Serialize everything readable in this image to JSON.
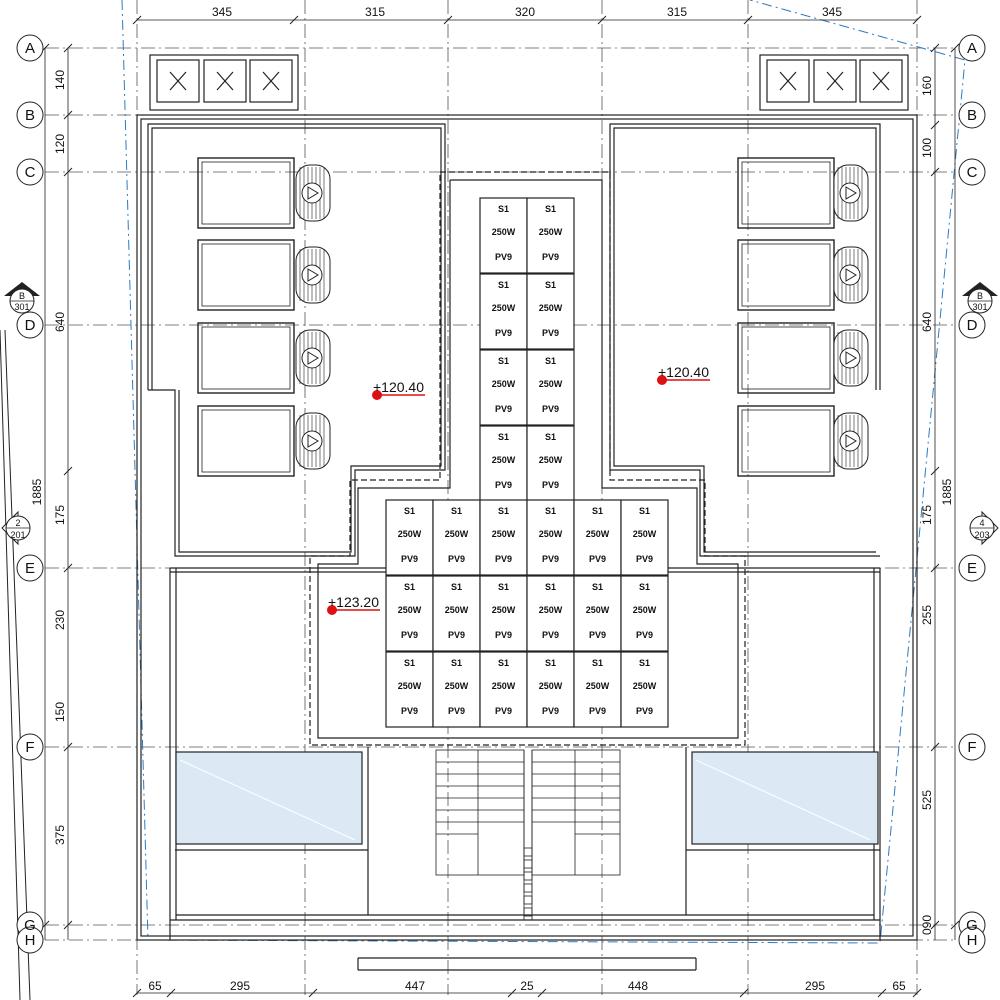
{
  "grid_rows": [
    "A",
    "B",
    "C",
    "D",
    "E",
    "F",
    "G",
    "H"
  ],
  "top_dims": [
    "345",
    "315",
    "320",
    "315",
    "345"
  ],
  "bottom_dims": [
    "65",
    "295",
    "447",
    "25",
    "448",
    "295",
    "65"
  ],
  "left_dims": [
    "140",
    "120",
    "640",
    "175",
    "230",
    "150",
    "375"
  ],
  "left_total": "1885",
  "right_dims": [
    "160",
    "100",
    "640",
    "175",
    "255",
    "525",
    "090"
  ],
  "right_total": "1885",
  "section_markers": {
    "left_b": {
      "letter": "B",
      "sheet": "301"
    },
    "right_b": {
      "letter": "B",
      "sheet": "301"
    },
    "left_2": {
      "letter": "2",
      "sheet": "201"
    },
    "right_4": {
      "letter": "4",
      "sheet": "203"
    }
  },
  "levels": [
    "+120.40",
    "+120.40",
    "+123.20"
  ],
  "pv_panel": {
    "line1": "S1",
    "line2": "250W",
    "line3": "PV9"
  },
  "colors": {
    "line": "#222222",
    "glass": "#dce9f5",
    "level_marker": "#dd1111",
    "boundary": "#2f7ac0"
  }
}
